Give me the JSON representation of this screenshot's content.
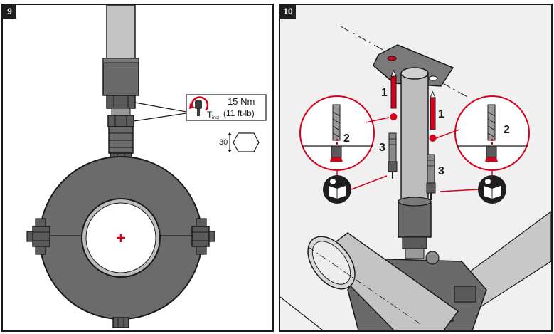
{
  "panels": [
    {
      "step": "9",
      "torque": {
        "symbol": "T",
        "subscript": "inst",
        "value_metric": "15 Nm",
        "value_imperial": "(11 ft-lb)"
      },
      "wrench_size": "30"
    },
    {
      "step": "10",
      "callouts": [
        "1",
        "2",
        "3",
        "1",
        "2",
        "3"
      ]
    }
  ],
  "colors": {
    "accent_red": "#d6001c",
    "steel_dark": "#5e5e5e",
    "steel_light": "#bdbdbd",
    "outline": "#1a1a1a"
  },
  "icons": [
    "torque-wrench-icon",
    "hex-nut-icon",
    "read-manual-icon",
    "drill-bit-icon",
    "anchor-bolt-icon"
  ]
}
